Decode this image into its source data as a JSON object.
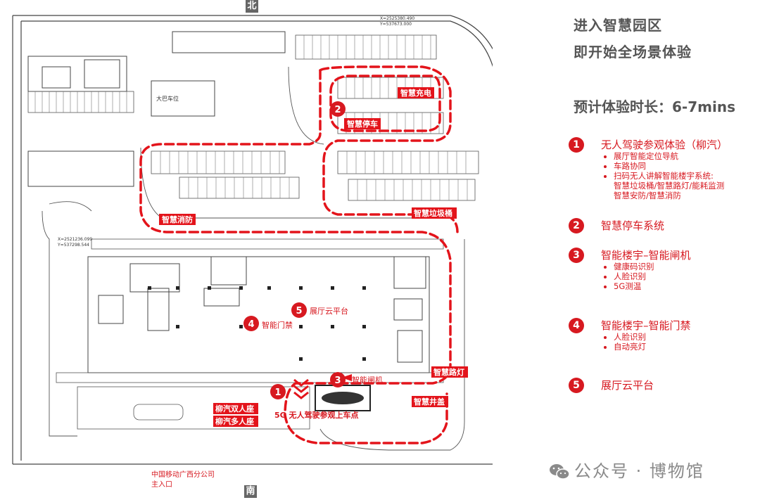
{
  "compass": {
    "north": "北",
    "south": "南"
  },
  "header": {
    "line1": "进入智慧园区",
    "line2": "即开始全场景体验",
    "duration": "预计体验时长：6-7mins"
  },
  "items": [
    {
      "num": "1",
      "title": "无人驾驶参观体验（柳汽）",
      "bullets": [
        "展厅智能定位导航",
        "车路协同",
        "扫码无人讲解智能楼宇系统:",
        "智慧垃圾桶/智慧路灯/能耗监测",
        "智慧安防/智慧消防"
      ]
    },
    {
      "num": "2",
      "title": "智慧停车系统",
      "bullets": []
    },
    {
      "num": "3",
      "title": "智能楼宇–智能闸机",
      "bullets": [
        "健康码识别",
        "人脸识别",
        "5G测温"
      ]
    },
    {
      "num": "4",
      "title": "智能楼宇–智能门禁",
      "bullets": [
        "人脸识别",
        "自动亮灯"
      ]
    },
    {
      "num": "5",
      "title": "展厅云平台",
      "bullets": []
    }
  ],
  "map": {
    "tags": {
      "charging": "智慧充电",
      "parking": "智慧停车",
      "fire": "智慧消防",
      "trash": "智慧垃圾桶",
      "streetlight": "智慧路灯",
      "manhole": "智慧井盖",
      "car1": "柳汽双人座",
      "car2": "柳汽多人座"
    },
    "markers": {
      "m1": "1",
      "m2": "2",
      "m3": "3",
      "m4": "4",
      "m5": "5"
    },
    "labels": {
      "door": "智能门禁",
      "cloud": "展厅云平台",
      "gate": "智能闸机",
      "start": "5G 无人驾驶参观上车点",
      "entrance_line1": "中国移动广西分公司",
      "entrance_line2": "主入口",
      "bus": "大巴车位",
      "coords_top": "X=2525380.490",
      "coords_top2": "Y=537673.000",
      "coords_left": "X=2521236.099",
      "coords_left2": "Y=537298.544"
    }
  },
  "watermark": "公众号 · 博物馆",
  "colors": {
    "accent": "#d71920",
    "line": "#444444",
    "route": "#e3141b"
  }
}
